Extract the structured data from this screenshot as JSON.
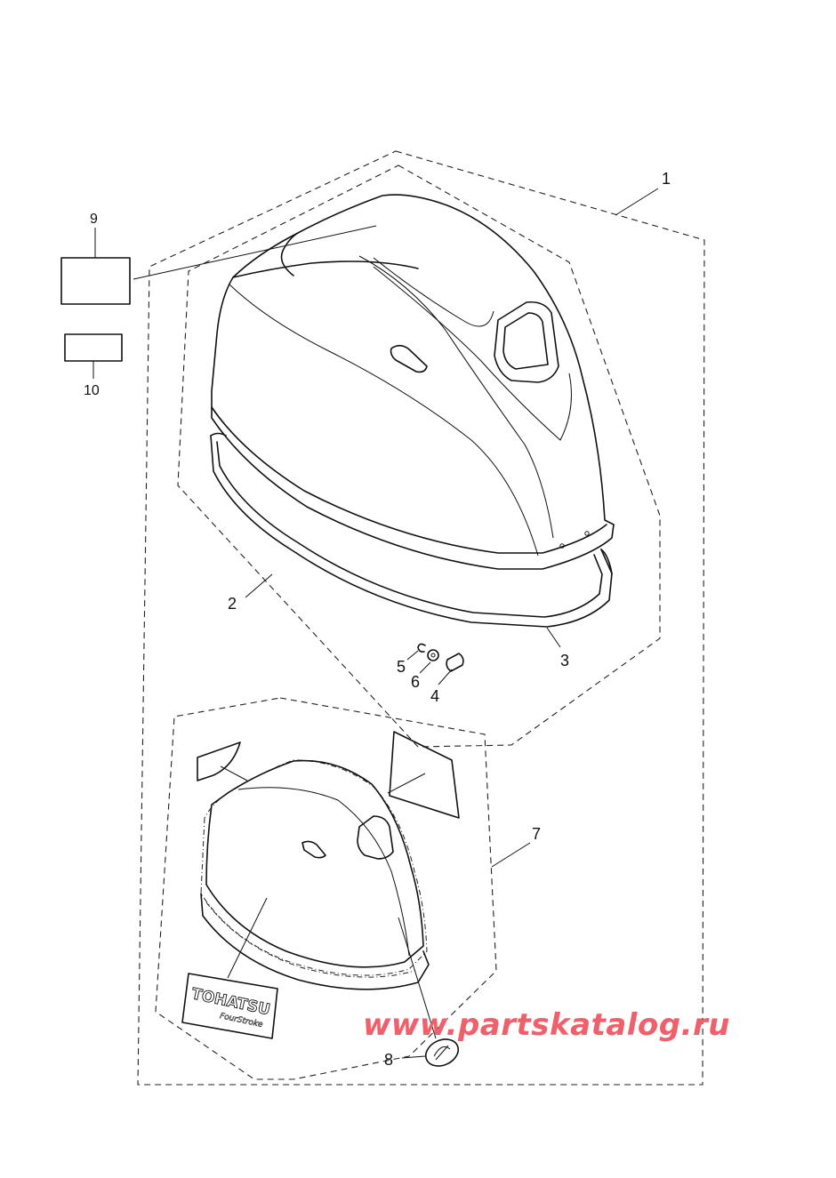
{
  "diagram": {
    "callouts": [
      "1",
      "2",
      "3",
      "4",
      "5",
      "6",
      "7",
      "8",
      "9",
      "10"
    ],
    "decal_brand": "TOHATSU",
    "decal_subtitle": "FourStroke",
    "watermark": "www.partskatalog.ru",
    "colors": {
      "lines": "#111111",
      "watermark": "#f0606a",
      "background": "#ffffff"
    }
  }
}
